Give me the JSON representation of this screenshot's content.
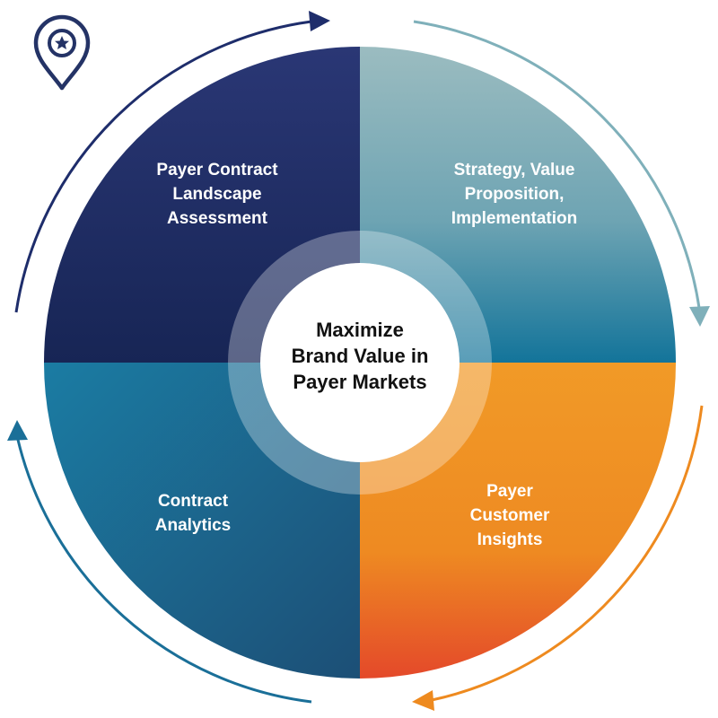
{
  "center": {
    "lines": [
      "Maximize",
      "Brand Value in",
      "Payer Markets"
    ]
  },
  "quadrants": [
    {
      "id": "top-left",
      "lines": [
        "Payer Contract",
        "Landscape",
        "Assessment"
      ],
      "color_start": "#2a3775",
      "color_end": "#172555"
    },
    {
      "id": "top-right",
      "lines": [
        "Strategy, Value",
        "Proposition,",
        "Implementation"
      ],
      "color_start": "#9bbcc0",
      "color_end": "#13749a"
    },
    {
      "id": "bottom-left",
      "lines": [
        "Contract",
        "Analytics"
      ],
      "color_start": "#1b7ca3",
      "color_end": "#1c4f76"
    },
    {
      "id": "bottom-right",
      "lines": [
        "Payer",
        "Customer",
        "Insights"
      ],
      "color_start": "#f19a27",
      "color_end": "#e4492a"
    }
  ],
  "arrow_colors": {
    "top": "#1e2d6b",
    "right_upper": "#7fb0ba",
    "right_lower": "#ee8a1f",
    "left_lower": "#1a6f98"
  },
  "icon": {
    "name": "map-pin-star-icon",
    "color": "#243366"
  }
}
